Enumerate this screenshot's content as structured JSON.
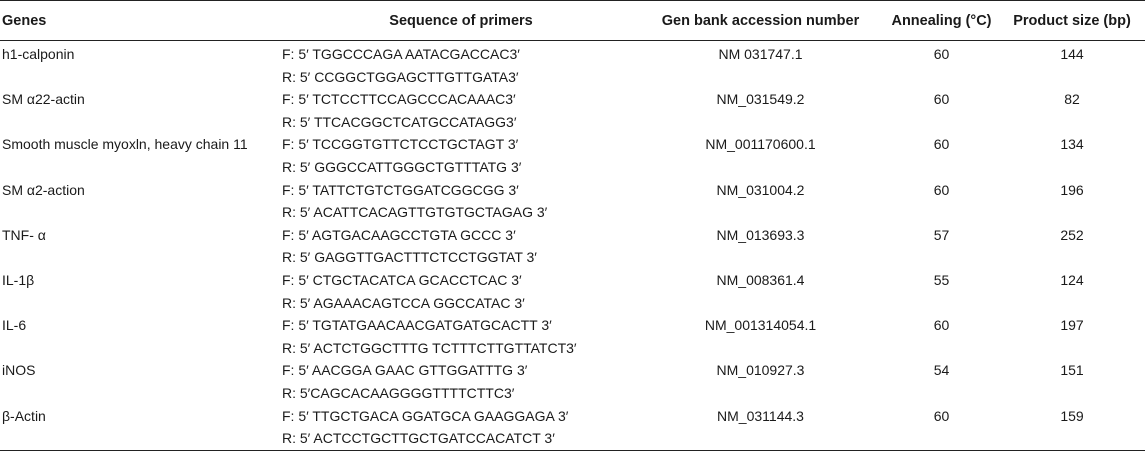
{
  "headers": {
    "genes": "Genes",
    "sequence": "Sequence of primers",
    "accession": "Gen bank accession number",
    "annealing": "Annealing (°C)",
    "product_size": "Product size (bp)"
  },
  "rows": [
    {
      "gene": "h1-calponin",
      "forward": "F: 5′ TGGCCCAGA AATACGACCAC3′",
      "reverse": "R: 5′ CCGGCTGGAGCTTGTTGATA3′",
      "accession": "NM 031747.1",
      "annealing": "60",
      "size": "144"
    },
    {
      "gene": "SM α22-actin",
      "forward": "F: 5′ TCTCCTTCCAGCCCACAAAC3′",
      "reverse": "R: 5′ TTCACGGCTCATGCCATAGG3′",
      "accession": "NM_031549.2",
      "annealing": "60",
      "size": "82"
    },
    {
      "gene": "Smooth muscle myoxln, heavy chain 11",
      "forward": "F: 5′ TCCGGTGTTCTCCTGCTAGT 3′",
      "reverse": "R: 5′ GGGCCATTGGGCTGTTTATG 3′",
      "accession": "NM_001170600.1",
      "annealing": "60",
      "size": "134"
    },
    {
      "gene": "SM α2-action",
      "forward": "F: 5′ TATTCTGTCTGGATCGGCGG 3′",
      "reverse": "R: 5′ ACATTCACAGTTGTGTGCTAGAG 3′",
      "accession": "NM_031004.2",
      "annealing": "60",
      "size": "196"
    },
    {
      "gene": "TNF- α",
      "forward": "F: 5′ AGTGACAAGCCTGTA GCCC 3′",
      "reverse": "R: 5′ GAGGTTGACTTTCTCCTGGTAT 3′",
      "accession": "NM_013693.3",
      "annealing": "57",
      "size": "252"
    },
    {
      "gene": "IL-1β",
      "forward": "F: 5′ CTGCTACATCA GCACCTCAC 3′",
      "reverse": "R: 5′ AGAAACAGTCCA GGCCATAC 3′",
      "accession": "NM_008361.4",
      "annealing": "55",
      "size": "124"
    },
    {
      "gene": "IL-6",
      "forward": "F: 5′ TGTATGAACAACGATGATGCACTT 3′",
      "reverse": "R: 5′ ACTCTGGCTTTG TCTTTCTTGTTATCT3′",
      "accession": "NM_001314054.1",
      "annealing": "60",
      "size": "197"
    },
    {
      "gene": "iNOS",
      "forward": "F: 5′ AACGGA GAAC GTTGGATTTG 3′",
      "reverse": "R: 5′CAGCACAAGGGGTTTTCTTC3′",
      "accession": "NM_010927.3",
      "annealing": "54",
      "size": "151"
    },
    {
      "gene": "β-Actin",
      "forward": "F: 5′ TTGCTGACA GGATGCA GAAGGAGA 3′",
      "reverse": "R: 5′ ACTCCTGCTTGCTGATCCACATCT 3′",
      "accession": "NM_031144.3",
      "annealing": "60",
      "size": "159"
    }
  ]
}
